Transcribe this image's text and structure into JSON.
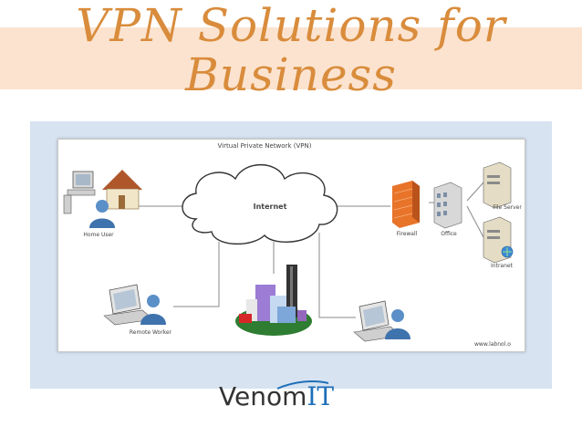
{
  "title": {
    "line1": "VPN Solutions for",
    "line2": "Business"
  },
  "diagram": {
    "heading": "Virtual Private Network (VPN)",
    "cloud_label": "Internet",
    "nodes": {
      "home_user": "Home User",
      "remote_worker": "Remote Worker",
      "firewall": "Firewall",
      "office": "Office",
      "file_server": "File Server",
      "intranet": "Intranet"
    },
    "credit": "www.labnol.o"
  },
  "logo": {
    "part1": "Venom",
    "part2": "IT"
  },
  "colors": {
    "title": "#d98c3c",
    "title_band": "#fbe3cf",
    "panel": "#d7e3f1",
    "logo_accent": "#1f6fb8"
  }
}
